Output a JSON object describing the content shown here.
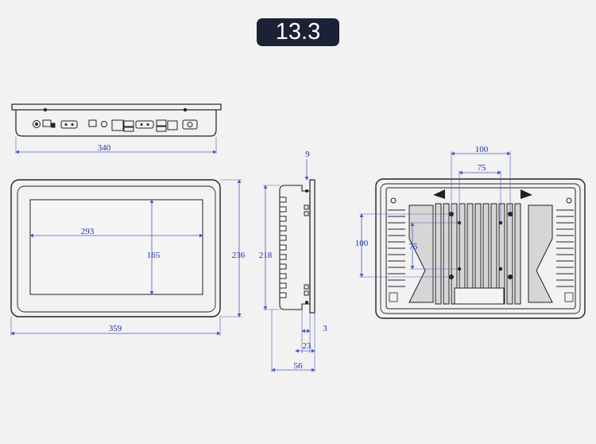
{
  "title": "13.3",
  "colors": {
    "badge_bg": "#1c2236",
    "badge_text": "#ffffff",
    "dimension": "#1b2fa8",
    "outline": "#222222"
  },
  "dimensions": {
    "top_width": "340",
    "front_width": "359",
    "front_height": "236",
    "screen_width": "293",
    "screen_height": "165",
    "side_panel": "9",
    "side_height": "218",
    "side_frame": "3",
    "side_body": "23",
    "side_depth": "56",
    "vesa_outer_w": "100",
    "vesa_inner_w": "75",
    "vesa_outer_h": "100",
    "vesa_inner_h": "75"
  }
}
